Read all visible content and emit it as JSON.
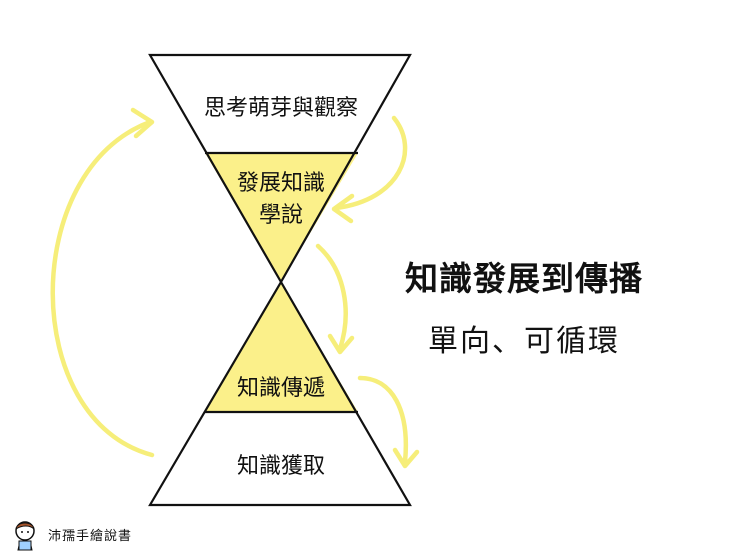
{
  "diagram": {
    "stages": [
      {
        "id": "top",
        "label": "思考萌芽與觀察"
      },
      {
        "id": "upper-mid",
        "label_line1": "發展知識",
        "label_line2": "學說"
      },
      {
        "id": "lower-mid",
        "label": "知識傳遞"
      },
      {
        "id": "bottom",
        "label": "知識獲取"
      }
    ],
    "colors": {
      "highlight": "#fbf08a",
      "arrow": "#f6ee7a",
      "outline": "#111111"
    }
  },
  "headline": "知識發展到傳播",
  "subline": "單向、可循環",
  "brand": {
    "name": "沛孺手繪說書"
  }
}
